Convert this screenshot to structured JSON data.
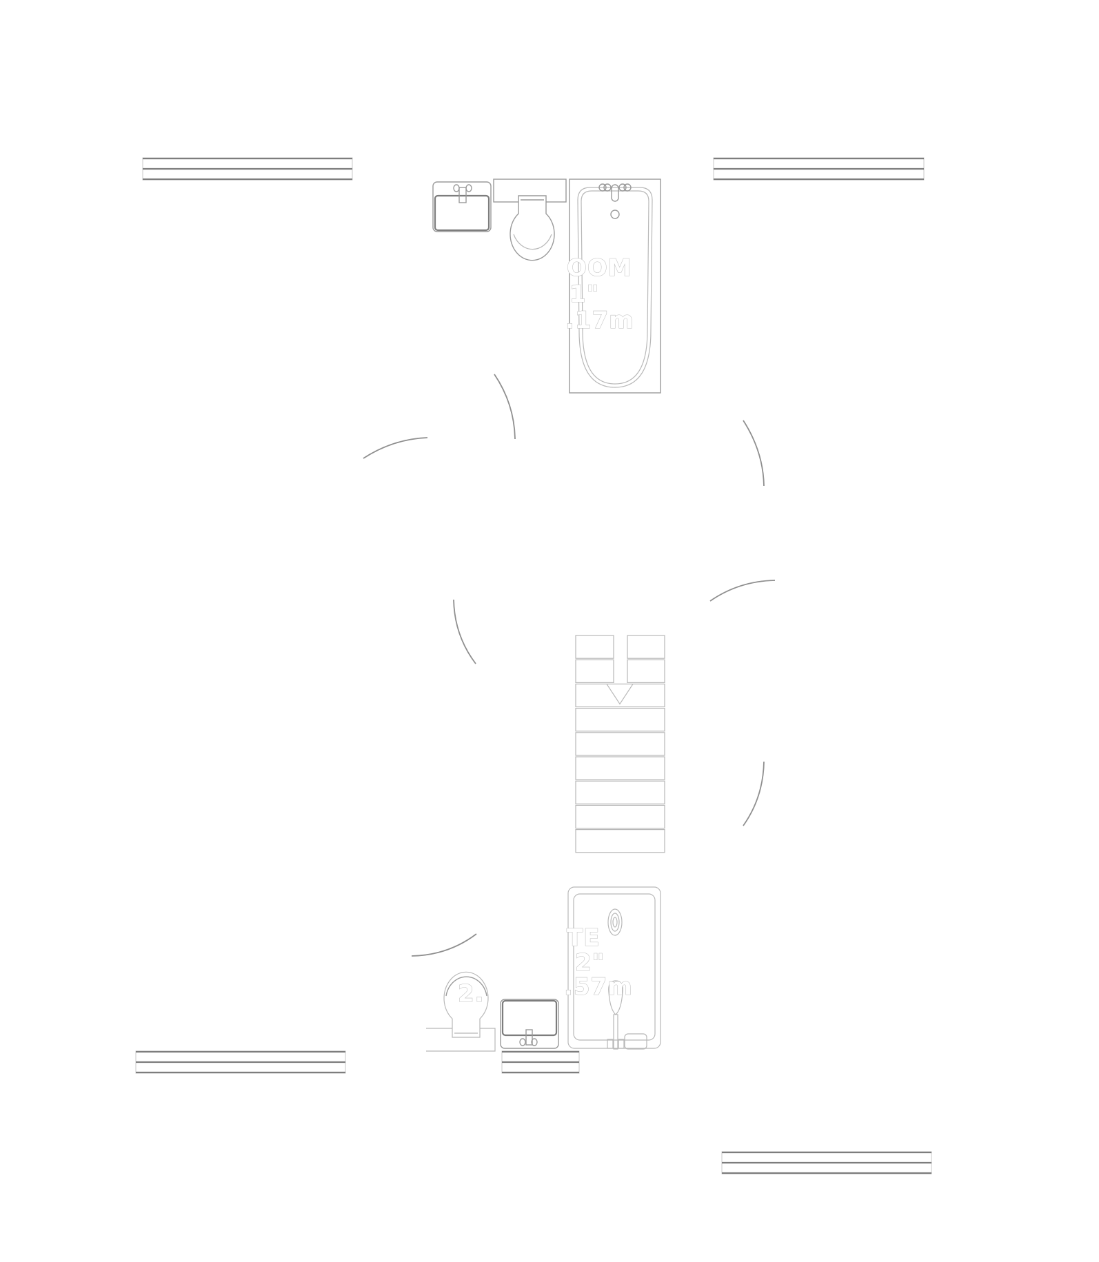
{
  "diagram": {
    "type": "floor-plan",
    "stroke_color": "#9a9a9a",
    "background": "#ffffff",
    "rooms": [
      {
        "id": "bathroom-top",
        "label_lines": [
          "OOM",
          "1\"",
          ".17m"
        ],
        "fixtures": [
          "sink",
          "toilet",
          "bathtub"
        ]
      },
      {
        "id": "bathroom-bottom",
        "label_lines": [
          "TE",
          "2\"",
          ".57m"
        ],
        "fixtures": [
          "toilet",
          "sink",
          "shower"
        ]
      }
    ],
    "fragment_label": "2.",
    "windows": [
      "window-top-left",
      "window-top-right",
      "window-bottom-left",
      "window-bottom-right",
      "window-bottom-center"
    ],
    "doors": 7,
    "stairs": {
      "steps": 9,
      "direction": "down"
    }
  }
}
